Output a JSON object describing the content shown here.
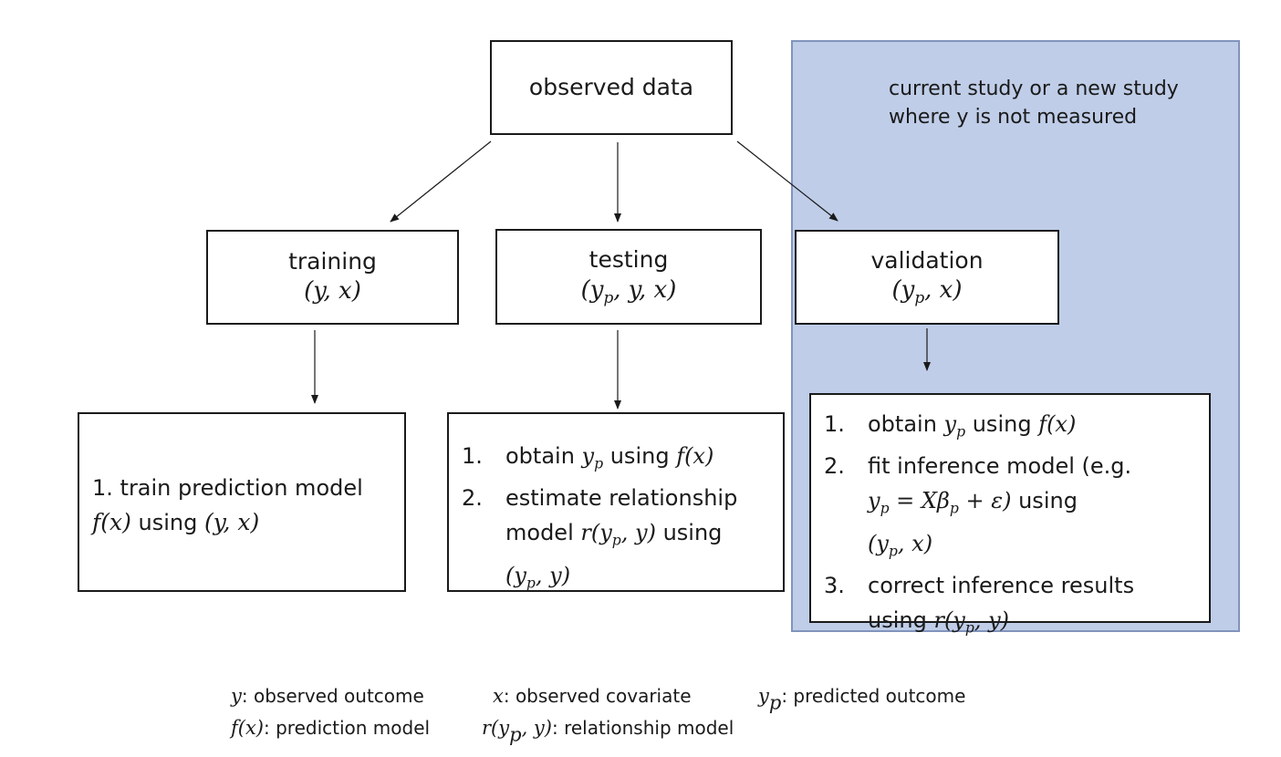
{
  "panel": {
    "note": "current study or a new study where y is not measured",
    "color": "#bfcde8"
  },
  "observed": {
    "label": "observed data"
  },
  "training": {
    "label": "training",
    "vars": "(y, x)"
  },
  "testing": {
    "label": "testing",
    "vars_pre": "(y",
    "vars_sub": "p",
    "vars_post": ", y, x)"
  },
  "validation": {
    "label": "validation",
    "vars_pre": "(y",
    "vars_sub": "p",
    "vars_post": ", x)"
  },
  "train_box": {
    "line1": "1. train prediction model",
    "line2_math1": "f(x)",
    "line2_text": " using ",
    "line2_math2": "(y, x)"
  },
  "test_box": {
    "step1_num": "1.",
    "step1_a": "obtain ",
    "step1_y": "y",
    "step1_sub": "p",
    "step1_b": " using ",
    "step1_f": "f(x)",
    "step2_num": "2.",
    "step2_line1": "estimate relationship",
    "step2_a": "model ",
    "step2_r": "r(y",
    "step2_sub": "p",
    "step2_r2": ", y)",
    "step2_b": " using",
    "step2_v": "(y",
    "step2_vsub": "p",
    "step2_v2": ", y)"
  },
  "val_box": {
    "step1_num": "1.",
    "step1_a": "obtain ",
    "step1_y": "y",
    "step1_sub": "p",
    "step1_b": " using ",
    "step1_f": "f(x)",
    "step2_num": "2.",
    "step2_line1": " fit inference model (e.g.",
    "step2_eq_y": "y",
    "step2_eq_sub": "p",
    "step2_eq_mid": " = Xβ",
    "step2_eq_sub2": "p",
    "step2_eq_end": " + ε)",
    "step2_b": " using",
    "step2_v": "(y",
    "step2_vsub": "p",
    "step2_v2": ", x)",
    "step3_num": "3.",
    "step3_line1": "correct inference results",
    "step3_a": "using ",
    "step3_r": "r(y",
    "step3_sub": "p",
    "step3_r2": ", y)"
  },
  "legend": {
    "y_sym": "y",
    "y_text": ": observed outcome",
    "x_sym": "x",
    "x_text": ": observed covariate",
    "yp_sym": "y",
    "yp_sub": "p",
    "yp_text": ": predicted outcome",
    "f_sym": "f(x)",
    "f_text": ": prediction model",
    "r_sym": "r(y",
    "r_sub": "p",
    "r_sym2": ", y)",
    "r_text": ": relationship model"
  }
}
